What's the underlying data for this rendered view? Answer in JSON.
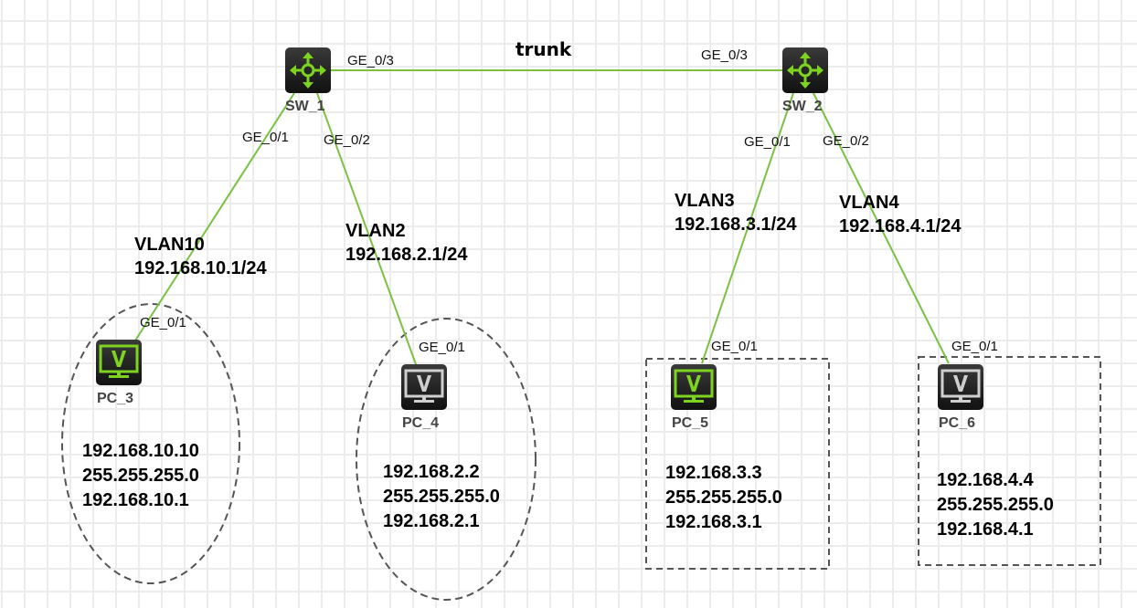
{
  "diagram": {
    "type": "network-topology",
    "link_color": "#7ac143",
    "switches": [
      {
        "id": "sw1",
        "name": "SW_1",
        "icon": "router-switch-icon",
        "state": "active"
      },
      {
        "id": "sw2",
        "name": "SW_2",
        "icon": "router-switch-icon",
        "state": "active"
      }
    ],
    "pcs": [
      {
        "id": "pc3",
        "name": "PC_3",
        "icon": "pc-monitor-icon",
        "state": "active",
        "port": "GE_0/1",
        "ip": "192.168.10.10",
        "mask": "255.255.255.0",
        "gateway": "192.168.10.1",
        "group_shape": "ellipse"
      },
      {
        "id": "pc4",
        "name": "PC_4",
        "icon": "pc-monitor-icon",
        "state": "inactive",
        "port": "GE_0/1",
        "ip": "192.168.2.2",
        "mask": "255.255.255.0",
        "gateway": "192.168.2.1",
        "group_shape": "ellipse"
      },
      {
        "id": "pc5",
        "name": "PC_5",
        "icon": "pc-monitor-icon",
        "state": "active",
        "port": "GE_0/1",
        "ip": "192.168.3.3",
        "mask": "255.255.255.0",
        "gateway": "192.168.3.1",
        "group_shape": "rectangle"
      },
      {
        "id": "pc6",
        "name": "PC_6",
        "icon": "pc-monitor-icon",
        "state": "inactive",
        "port": "GE_0/1",
        "ip": "192.168.4.4",
        "mask": "255.255.255.0",
        "gateway": "192.168.4.1",
        "group_shape": "rectangle"
      }
    ],
    "links": [
      {
        "from": "sw1",
        "from_port": "GE_0/3",
        "to": "sw2",
        "to_port": "GE_0/3",
        "label": "trunk"
      },
      {
        "from": "sw1",
        "from_port": "GE_0/1",
        "to": "pc3",
        "to_port": "GE_0/1"
      },
      {
        "from": "sw1",
        "from_port": "GE_0/2",
        "to": "pc4",
        "to_port": "GE_0/1"
      },
      {
        "from": "sw2",
        "from_port": "GE_0/1",
        "to": "pc5",
        "to_port": "GE_0/1"
      },
      {
        "from": "sw2",
        "from_port": "GE_0/2",
        "to": "pc6",
        "to_port": "GE_0/1"
      }
    ],
    "vlans": [
      {
        "name": "VLAN10",
        "gateway": "192.168.10.1/24"
      },
      {
        "name": "VLAN2",
        "gateway": "192.168.2.1/24"
      },
      {
        "name": "VLAN3",
        "gateway": "192.168.3.1/24"
      },
      {
        "name": "VLAN4",
        "gateway": "192.168.4.1/24"
      }
    ]
  }
}
